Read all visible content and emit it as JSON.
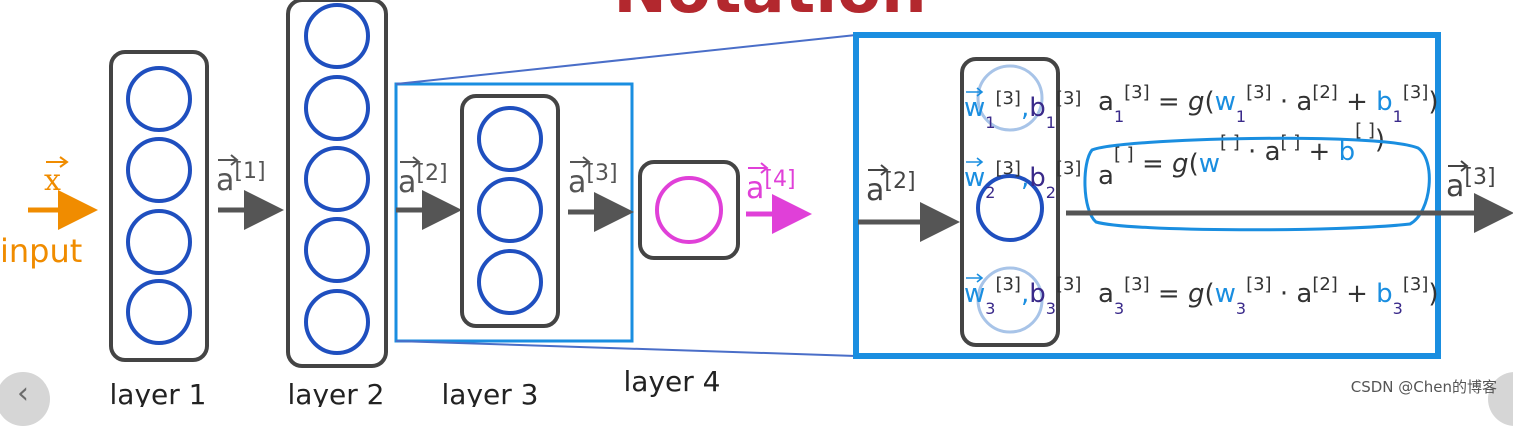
{
  "title": "Notation",
  "input": {
    "vector": "x",
    "label": "input"
  },
  "activations": {
    "a1": {
      "base": "a",
      "sup": "[1]"
    },
    "a2": {
      "base": "a",
      "sup": "[2]"
    },
    "a3": {
      "base": "a",
      "sup": "[3]"
    },
    "a4": {
      "base": "a",
      "sup": "[4]"
    }
  },
  "layers": [
    {
      "label": "layer 1",
      "units": 4
    },
    {
      "label": "layer 2",
      "units": 5
    },
    {
      "label": "layer 3",
      "units": 3
    },
    {
      "label": "layer 4",
      "units": 1
    }
  ],
  "zoom": {
    "input": {
      "base": "a",
      "sup": "[2]"
    },
    "output": {
      "base": "a",
      "sup": "[3]"
    },
    "params": [
      {
        "w": "w",
        "wsub": "1",
        "wsup": "[3]",
        "b": "b",
        "bsub": "1",
        "bsup": "[3]"
      },
      {
        "w": "w",
        "wsub": "2",
        "wsup": "[3]",
        "b": "b",
        "bsub": "2",
        "bsup": "[3]"
      },
      {
        "w": "w",
        "wsub": "3",
        "wsup": "[3]",
        "b": "b",
        "bsub": "3",
        "bsup": "[3]"
      }
    ],
    "equations": [
      {
        "a": "a",
        "asub": "1",
        "asup": "[3]",
        "g": "g",
        "w": "w",
        "wsub": "1",
        "wsup": "[3]",
        "x": "a",
        "xsup": "[2]",
        "b": "b",
        "bsub": "1",
        "bsup": "[3]"
      },
      {
        "a": "a",
        "asub": "",
        "asup": "[ ]",
        "g": "g",
        "w": "w",
        "wsub": "",
        "wsup": "[ ]",
        "x": "a",
        "xsup": "[ ]",
        "b": "b",
        "bsub": "",
        "bsup": "[ ]"
      },
      {
        "a": "a",
        "asub": "3",
        "asup": "[3]",
        "g": "g",
        "w": "w",
        "wsub": "3",
        "wsup": "[3]",
        "x": "a",
        "xsup": "[2]",
        "b": "b",
        "bsub": "3",
        "bsup": "[3]"
      }
    ]
  },
  "watermark": "CSDN @Chen的博客",
  "nav": {
    "prev": "‹"
  },
  "colors": {
    "neuron": "#1f4fbf",
    "box": "#444444",
    "frame": "#1a8ee0",
    "title": "#b3282e",
    "input": "#f08c00",
    "output": "#e040d8",
    "w": "#1a8ee0",
    "b": "#3a2a8a",
    "text": "#333333"
  }
}
